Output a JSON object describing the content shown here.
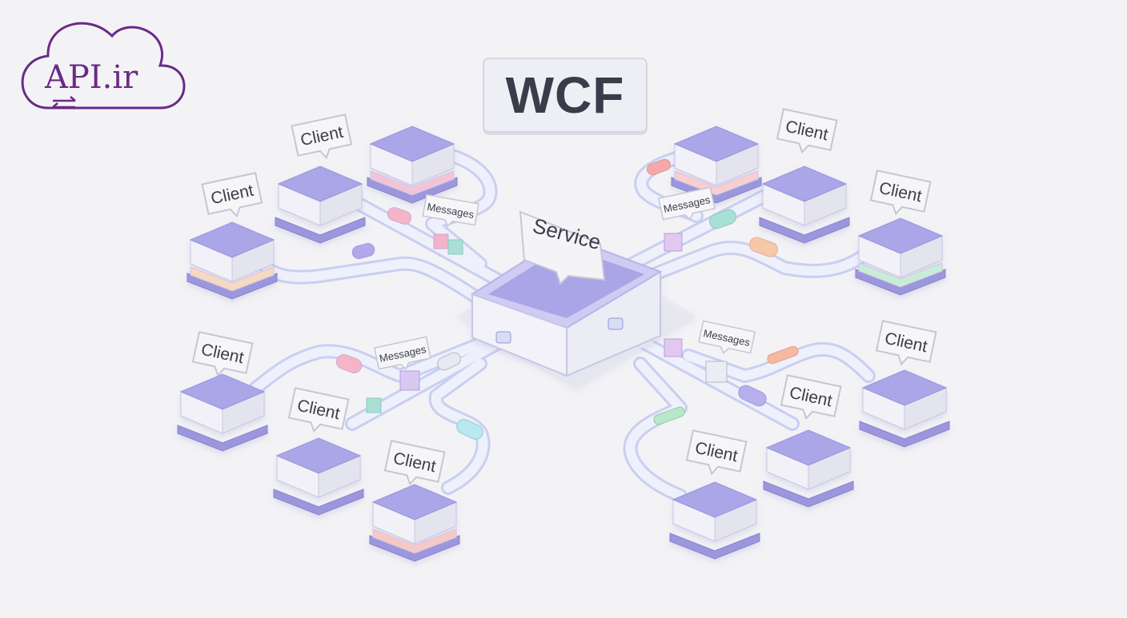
{
  "logo": {
    "text": "API.ir",
    "icon": "arrows-exchange-icon"
  },
  "title": "WCF",
  "service": {
    "label": "Service"
  },
  "clients": [
    {
      "label": "Client"
    },
    {
      "label": "Client"
    },
    {
      "label": "Client"
    },
    {
      "label": "Client"
    },
    {
      "label": "Client"
    },
    {
      "label": "Client"
    },
    {
      "label": "Client"
    },
    {
      "label": "Client"
    },
    {
      "label": "Client"
    },
    {
      "label": "Client"
    }
  ],
  "messages": [
    {
      "label": "Messages"
    },
    {
      "label": "Messages"
    },
    {
      "label": "Messages"
    },
    {
      "label": "Messages"
    }
  ],
  "colors": {
    "accent": "#6b2a86",
    "node_top": "#a9a5e6",
    "node_side": "#ececf4",
    "node_base": "#8c86d8",
    "pipe": "#dfe3f7",
    "pipe_edge": "#c4cbef"
  }
}
